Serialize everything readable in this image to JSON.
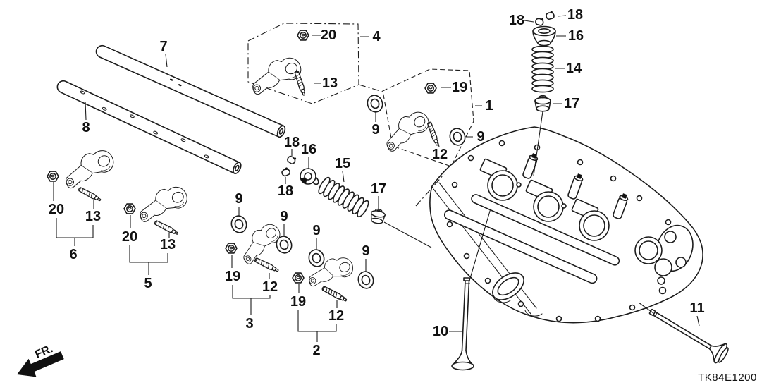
{
  "diagram": {
    "code": "TK84E1200",
    "direction_label": "FR."
  },
  "callouts": [
    {
      "text": "7"
    },
    {
      "text": "8"
    },
    {
      "text": "20"
    },
    {
      "text": "13"
    },
    {
      "text": "4"
    },
    {
      "text": "19"
    },
    {
      "text": "1"
    },
    {
      "text": "9"
    },
    {
      "text": "12"
    },
    {
      "text": "9"
    },
    {
      "text": "18"
    },
    {
      "text": "18"
    },
    {
      "text": "16"
    },
    {
      "text": "14"
    },
    {
      "text": "17"
    },
    {
      "text": "18"
    },
    {
      "text": "16"
    },
    {
      "text": "18"
    },
    {
      "text": "15"
    },
    {
      "text": "17"
    },
    {
      "text": "9"
    },
    {
      "text": "9"
    },
    {
      "text": "20"
    },
    {
      "text": "13"
    },
    {
      "text": "6"
    },
    {
      "text": "20"
    },
    {
      "text": "13"
    },
    {
      "text": "5"
    },
    {
      "text": "19"
    },
    {
      "text": "12"
    },
    {
      "text": "3"
    },
    {
      "text": "9"
    },
    {
      "text": "9"
    },
    {
      "text": "19"
    },
    {
      "text": "12"
    },
    {
      "text": "2"
    },
    {
      "text": "10"
    },
    {
      "text": "11"
    }
  ]
}
